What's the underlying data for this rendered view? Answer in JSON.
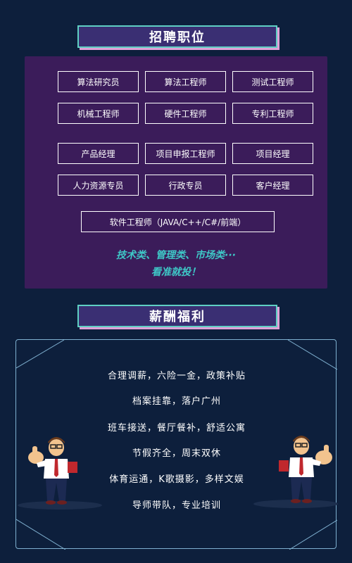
{
  "section1_title": "招聘职位",
  "jobs_row1": [
    "算法研究员",
    "算法工程师",
    "测试工程师"
  ],
  "jobs_row2": [
    "机械工程师",
    "硬件工程师",
    "专利工程师"
  ],
  "jobs_row3": [
    "产品经理",
    "项目申报工程师",
    "项目经理"
  ],
  "jobs_row4": [
    "人力资源专员",
    "行政专员",
    "客户经理"
  ],
  "jobs_wide": "软件工程师（JAVA/C++/C#/前端）",
  "tagline1": "技术类、管理类、市场类···",
  "tagline2": "看准就投！",
  "section2_title": "薪酬福利",
  "benefits": [
    "合理调薪，六险一金，政策补贴",
    "档案挂靠，落户广州",
    "班车接送，餐厅餐补，舒适公寓",
    "节假齐全，周末双休",
    "体育运通，K歌摄影，多样文娱",
    "导师带队，专业培训"
  ],
  "colors": {
    "background": "#0d1f3c",
    "panel": "#3b1c5a",
    "accent_teal": "#3ec8c7",
    "accent_pink": "#e0a1d8"
  }
}
